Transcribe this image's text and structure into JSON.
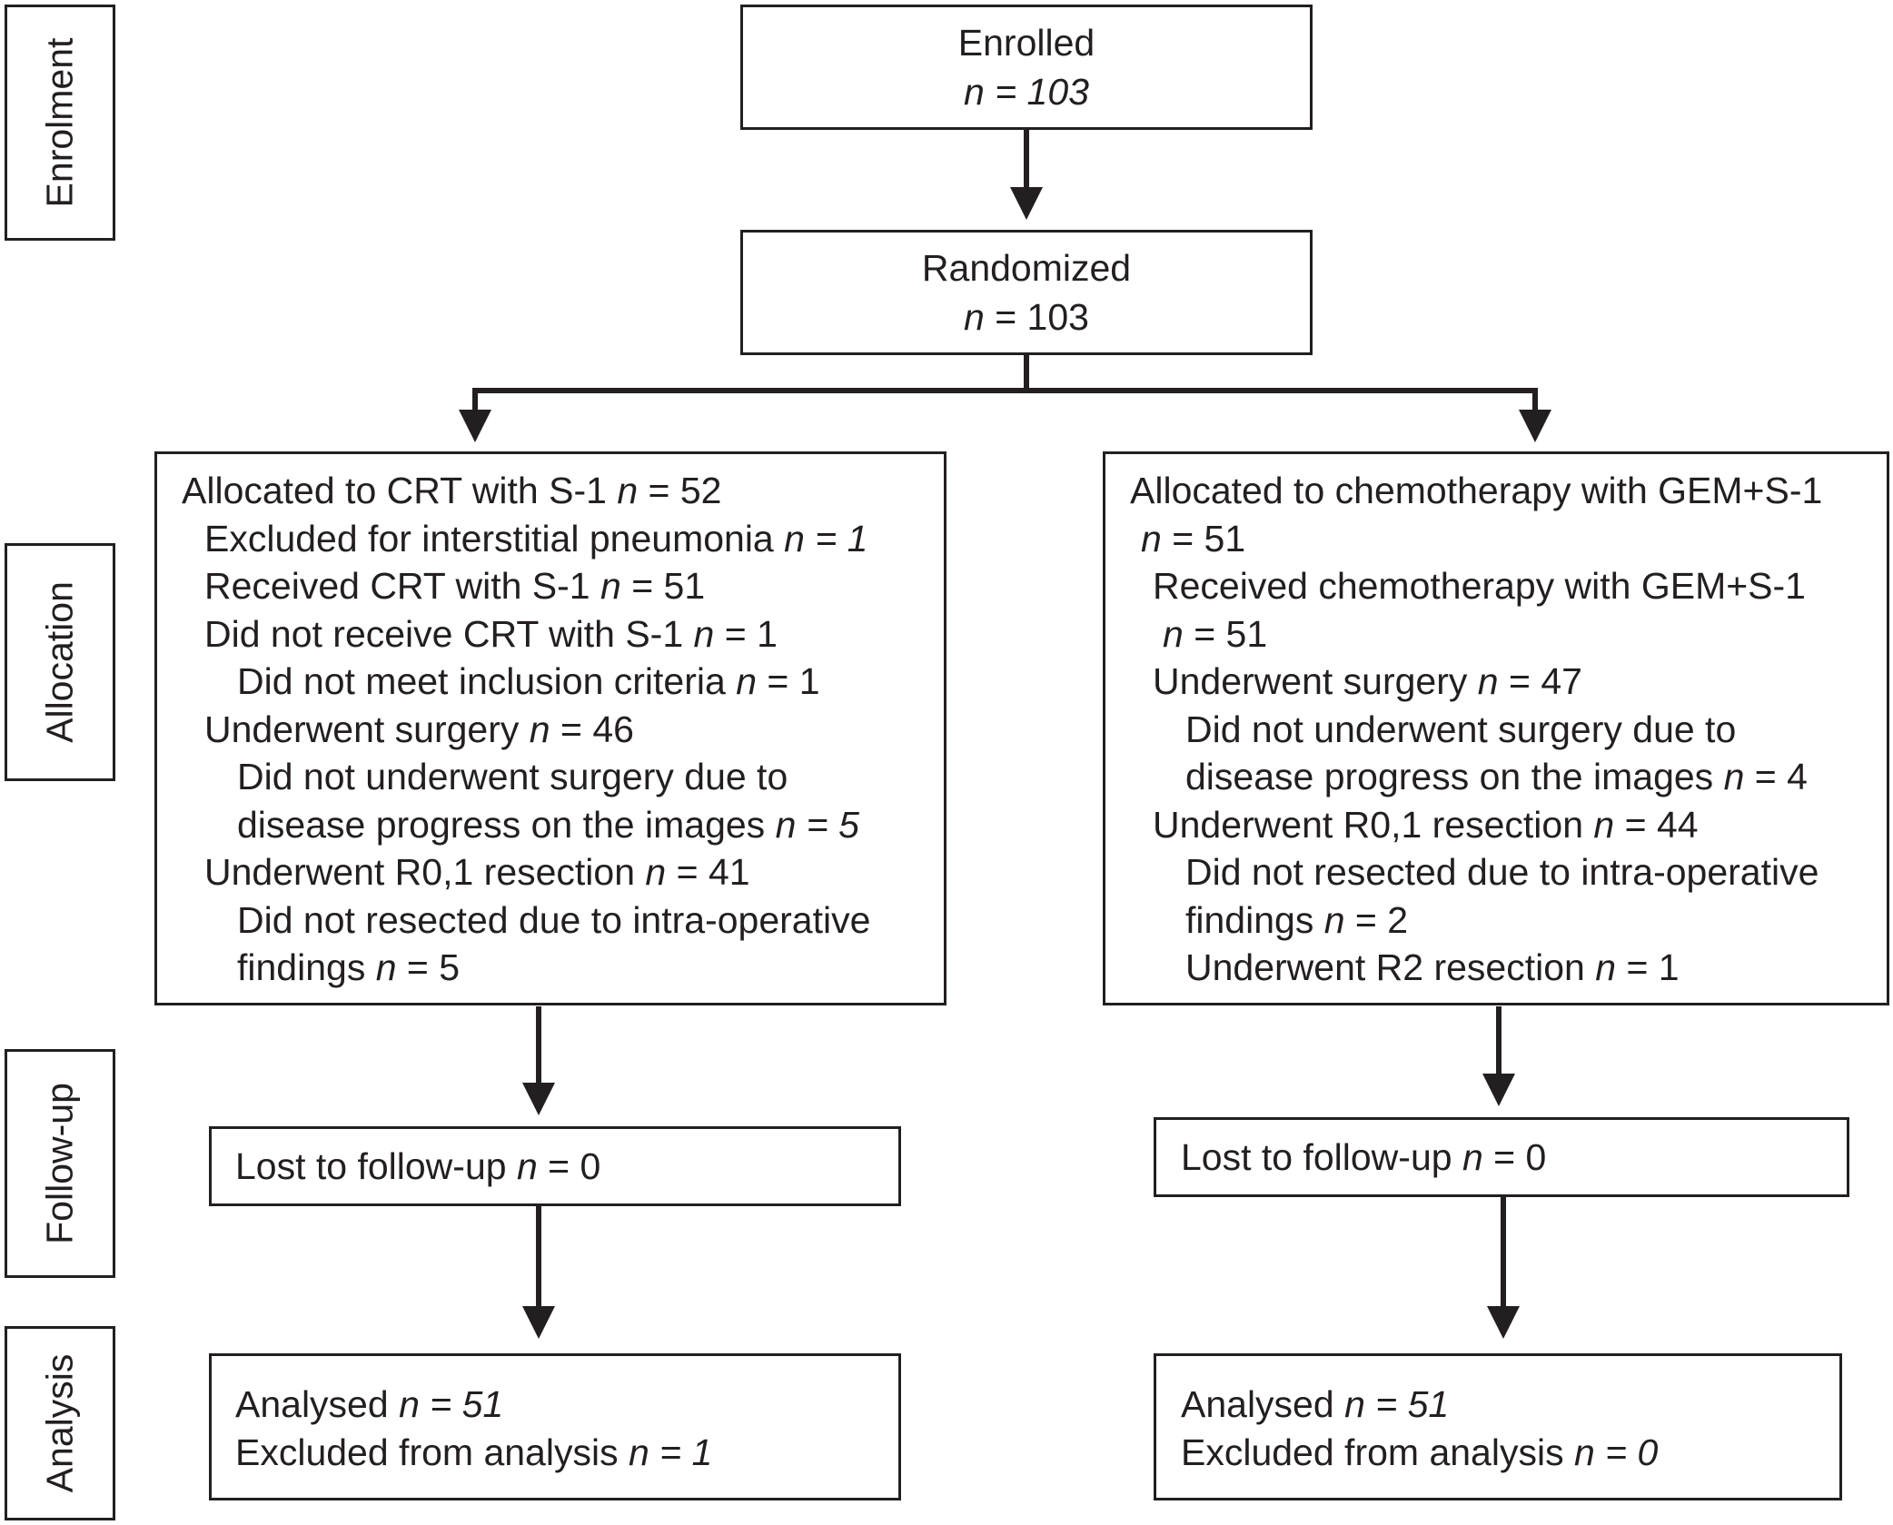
{
  "stages": {
    "enrolment": "Enrolment",
    "allocation": "Allocation",
    "followup": "Follow-up",
    "analysis": "Analysis"
  },
  "enrolled": {
    "label": "Enrolled",
    "n_prefix": "n",
    "n_rest": " = 103"
  },
  "randomized": {
    "label": "Randomized",
    "n_prefix": "n",
    "n_rest": " = 103"
  },
  "left_alloc": {
    "l1_text": "Allocated to CRT with S-1 ",
    "l1_n": "n",
    "l1_rest": " = 52",
    "l2_text": "Excluded for interstitial pneumonia ",
    "l2_n": "n",
    "l2_rest": " = 1",
    "l3_text": "Received CRT with S-1 ",
    "l3_n": "n",
    "l3_rest": " = 51",
    "l4_text": "Did not receive CRT with S-1 ",
    "l4_n": "n",
    "l4_rest": " = 1",
    "l5_text": "Did not meet inclusion criteria ",
    "l5_n": "n",
    "l5_rest": " = 1",
    "l6_text": "Underwent surgery ",
    "l6_n": "n",
    "l6_rest": " = 46",
    "l7_text": "Did not underwent surgery due to",
    "l8_text": "disease progress on the images ",
    "l8_n": "n",
    "l8_rest": " = 5",
    "l9_text": "Underwent R0,1 resection ",
    "l9_n": "n",
    "l9_rest": " = 41",
    "l10_text": "Did not resected due to intra-operative",
    "l11_text": "findings ",
    "l11_n": "n",
    "l11_rest": " = 5"
  },
  "right_alloc": {
    "l1_text": "Allocated to chemotherapy with GEM+S-1",
    "l2_n": "n",
    "l2_rest": " = 51",
    "l3_text": "Received chemotherapy with GEM+S-1",
    "l4_n": "n",
    "l4_rest": " =  51",
    "l5_text": "Underwent surgery ",
    "l5_n": "n",
    "l5_rest": " = 47",
    "l6_text": "Did not underwent surgery due to",
    "l7_text": "disease progress on the images ",
    "l7_n": "n",
    "l7_rest": " = 4",
    "l8_text": "Underwent R0,1 resection ",
    "l8_n": "n",
    "l8_rest": " = 44",
    "l9_text": "Did not resected due to intra-operative",
    "l10_text": "findings ",
    "l10_n": "n",
    "l10_rest": " = 2",
    "l11_text": "Underwent R2 resection ",
    "l11_n": "n",
    "l11_rest": " = 1"
  },
  "left_followup": {
    "text": "Lost to follow-up ",
    "n": "n",
    "rest": " = 0"
  },
  "right_followup": {
    "text": "Lost to follow-up ",
    "n": "n",
    "rest": " = 0"
  },
  "left_analysis": {
    "l1_text": "Analysed ",
    "l1_n": "n",
    "l1_rest": " = 51",
    "l2_text": "Excluded from analysis ",
    "l2_n": "n",
    "l2_rest": " = 1"
  },
  "right_analysis": {
    "l1_text": "Analysed ",
    "l1_n": "n",
    "l1_rest": " = 51",
    "l2_text": "Excluded from analysis ",
    "l2_n": "n",
    "l2_rest": " = 0"
  }
}
